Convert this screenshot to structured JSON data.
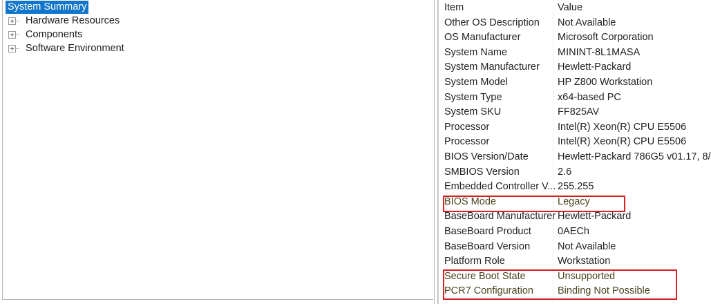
{
  "tree": {
    "selected_item": "System Summary",
    "items": [
      {
        "label": "System Summary",
        "selected": true,
        "expandable": false
      },
      {
        "label": "Hardware Resources",
        "selected": false,
        "expandable": true
      },
      {
        "label": "Components",
        "selected": false,
        "expandable": true
      },
      {
        "label": "Software Environment",
        "selected": false,
        "expandable": true
      }
    ],
    "selection_color": "#1277cc",
    "selection_text_color": "#ffffff"
  },
  "detail": {
    "columns": {
      "item": "Item",
      "value": "Value"
    },
    "rows": [
      {
        "item": "Item",
        "value": "Value",
        "header": true,
        "flagged": false
      },
      {
        "item": "Other OS Description",
        "value": "Not Available",
        "header": false,
        "flagged": false
      },
      {
        "item": "OS Manufacturer",
        "value": "Microsoft Corporation",
        "header": false,
        "flagged": false
      },
      {
        "item": "System Name",
        "value": "MININT-8L1MASA",
        "header": false,
        "flagged": false
      },
      {
        "item": "System Manufacturer",
        "value": "Hewlett-Packard",
        "header": false,
        "flagged": false
      },
      {
        "item": "System Model",
        "value": "HP Z800 Workstation",
        "header": false,
        "flagged": false
      },
      {
        "item": "System Type",
        "value": "x64-based PC",
        "header": false,
        "flagged": false
      },
      {
        "item": "System SKU",
        "value": "FF825AV",
        "header": false,
        "flagged": false
      },
      {
        "item": "Processor",
        "value": "Intel(R) Xeon(R) CPU            E5506",
        "header": false,
        "flagged": false
      },
      {
        "item": "Processor",
        "value": "Intel(R) Xeon(R) CPU            E5506",
        "header": false,
        "flagged": false
      },
      {
        "item": "BIOS Version/Date",
        "value": "Hewlett-Packard 786G5 v01.17, 8/",
        "header": false,
        "flagged": false
      },
      {
        "item": "SMBIOS Version",
        "value": "2.6",
        "header": false,
        "flagged": false
      },
      {
        "item": "Embedded Controller V...",
        "value": "255.255",
        "header": false,
        "flagged": false
      },
      {
        "item": "BIOS Mode",
        "value": "Legacy",
        "header": false,
        "flagged": true
      },
      {
        "item": "BaseBoard Manufacturer",
        "value": "Hewlett-Packard",
        "header": false,
        "flagged": false
      },
      {
        "item": "BaseBoard Product",
        "value": "0AECh",
        "header": false,
        "flagged": false
      },
      {
        "item": "BaseBoard Version",
        "value": "Not Available",
        "header": false,
        "flagged": false
      },
      {
        "item": "Platform Role",
        "value": "Workstation",
        "header": false,
        "flagged": false
      },
      {
        "item": "Secure Boot State",
        "value": "Unsupported",
        "header": false,
        "flagged": true
      },
      {
        "item": "PCR7 Configuration",
        "value": "Binding Not Possible",
        "header": false,
        "flagged": true
      }
    ]
  },
  "annotations": {
    "color": "#d8201f",
    "boxes": [
      {
        "name": "bios-mode-highlight",
        "targets": "BIOS Mode"
      },
      {
        "name": "secure-boot-highlight",
        "targets": "Secure Boot State / PCR7 Configuration"
      }
    ]
  }
}
